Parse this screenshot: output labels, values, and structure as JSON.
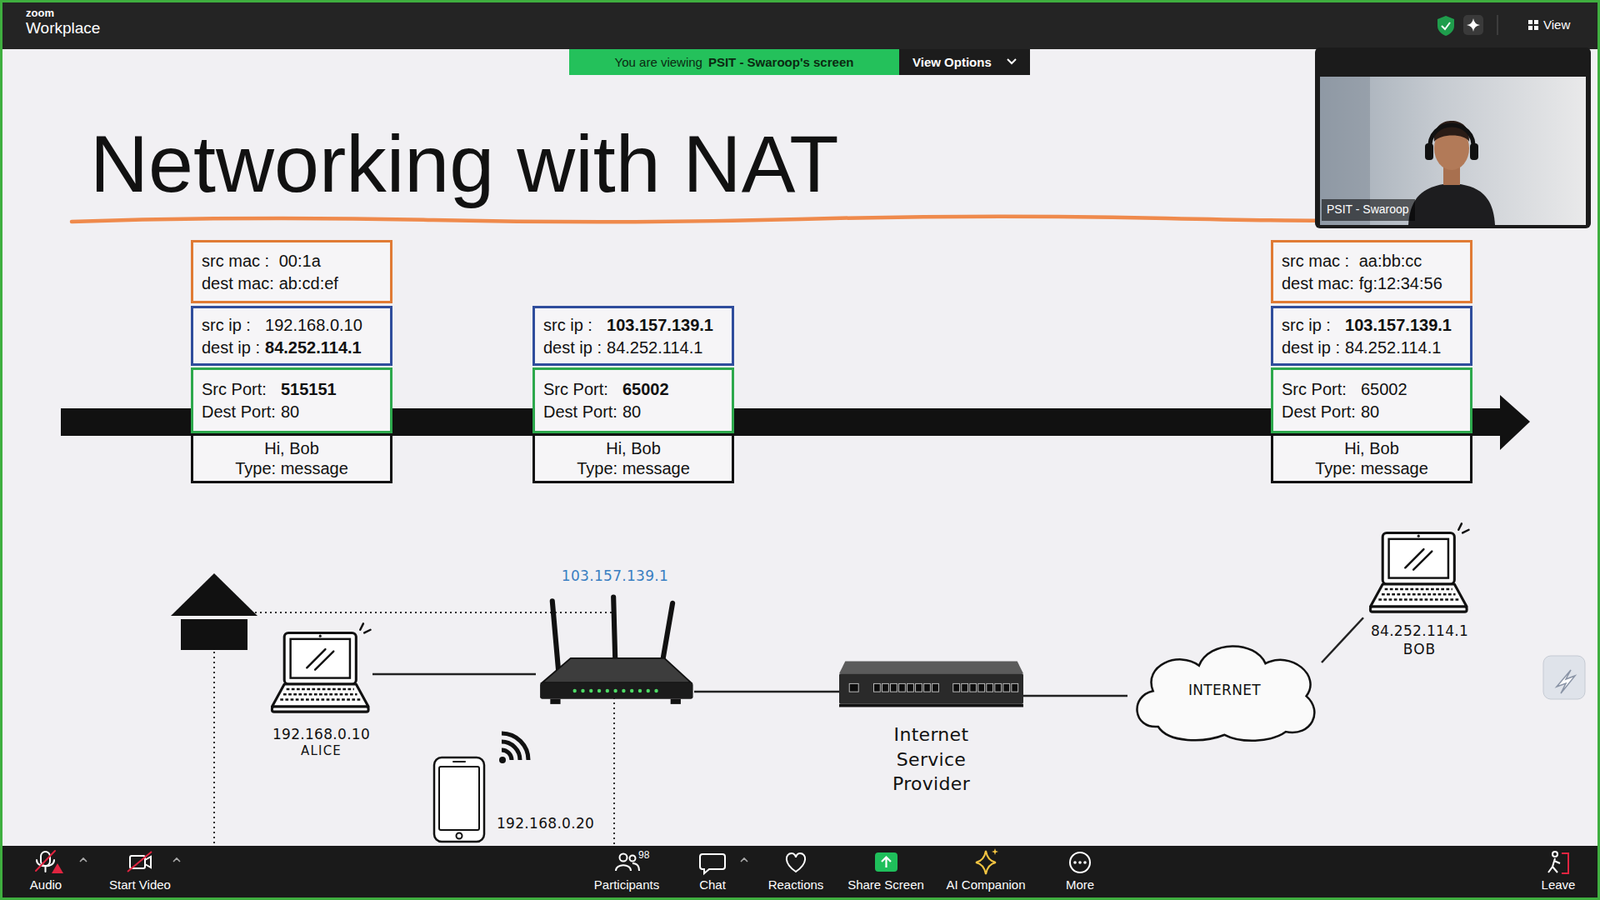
{
  "diagram": {
    "title": "Networking with NAT",
    "nodes": [
      {
        "text": [
          "src mac :",
          "00:1a",
          "dest mac:",
          "ab:cd:ef"
        ]
      },
      {
        "text": [
          "src ip :",
          "192.168.0.10",
          "dest ip :",
          "84.252.114.1"
        ]
      },
      {
        "text": [
          "Src Port:",
          "515151",
          "Dest Port:",
          "80"
        ]
      },
      {
        "text": [
          "Hi, Bob",
          "Type: message"
        ]
      },
      {
        "text": [
          "src ip :",
          "103.157.139.1",
          "dest ip :",
          "84.252.114.1"
        ]
      },
      {
        "text": [
          "Src Port:",
          "65002",
          "Dest Port:",
          "80"
        ]
      },
      {
        "text": [
          "Hi, Bob",
          "Type: message"
        ]
      },
      {
        "text": [
          "src mac :",
          "aa:bb:cc",
          "dest mac:",
          "fg:12:34:56"
        ]
      },
      {
        "text": [
          "src ip :",
          "103.157.139.1",
          "dest ip :",
          "84.252.114.1"
        ]
      },
      {
        "text": [
          "Src Port:",
          "65002",
          "Dest Port:",
          "80"
        ]
      },
      {
        "text": [
          "Hi, Bob",
          "Type: message"
        ]
      },
      {
        "text": [
          "192.168.0.10",
          "ALICE"
        ]
      },
      {
        "text": [
          "192.168.0.20"
        ]
      },
      {
        "text": [
          "103.157.139.1"
        ]
      },
      {
        "text": [
          "Internet Service Provider"
        ]
      },
      {
        "text": [
          "INTERNET"
        ]
      },
      {
        "text": [
          "84.252.114.1",
          "BOB"
        ]
      }
    ],
    "edges": [
      {
        "from": 11,
        "to": 13,
        "arrow": "none"
      },
      {
        "from": 13,
        "to": 14,
        "arrow": "none"
      },
      {
        "from": 14,
        "to": 15,
        "arrow": "none"
      },
      {
        "from": 15,
        "to": 16,
        "arrow": "none"
      }
    ],
    "labels": [
      "zoom",
      "Workplace",
      "You are viewing",
      "PSIT - Swaroop's screen",
      "View Options",
      "View",
      "PSIT - Swaroop",
      "Audio",
      "Start Video",
      "98",
      "Participants",
      "Chat",
      "Reactions",
      "Share Screen",
      "AI Companion",
      "More",
      "Leave"
    ]
  }
}
